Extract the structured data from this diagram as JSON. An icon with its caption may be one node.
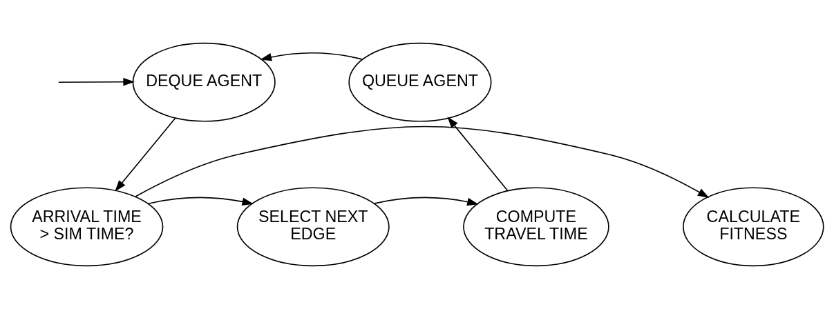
{
  "diagram": {
    "nodes": [
      {
        "text": [
          "DEQUE AGENT"
        ]
      },
      {
        "text": [
          "QUEUE AGENT"
        ]
      },
      {
        "text": [
          "ARRIVAL TIME > SIM TIME?"
        ]
      },
      {
        "text": [
          "SELECT NEXT EDGE"
        ]
      },
      {
        "text": [
          "COMPUTE TRAVEL TIME"
        ]
      },
      {
        "text": [
          "CALCULATE FITNESS"
        ]
      }
    ],
    "edges": [
      {
        "from": null,
        "to": 0,
        "arrow": "to"
      },
      {
        "from": 1,
        "to": 0,
        "arrow": "to"
      },
      {
        "from": 0,
        "to": 2,
        "arrow": "to"
      },
      {
        "from": 2,
        "to": 3,
        "arrow": "to"
      },
      {
        "from": 3,
        "to": 4,
        "arrow": "to"
      },
      {
        "from": 4,
        "to": 1,
        "arrow": "to"
      },
      {
        "from": 2,
        "to": 5,
        "arrow": "to"
      }
    ]
  }
}
